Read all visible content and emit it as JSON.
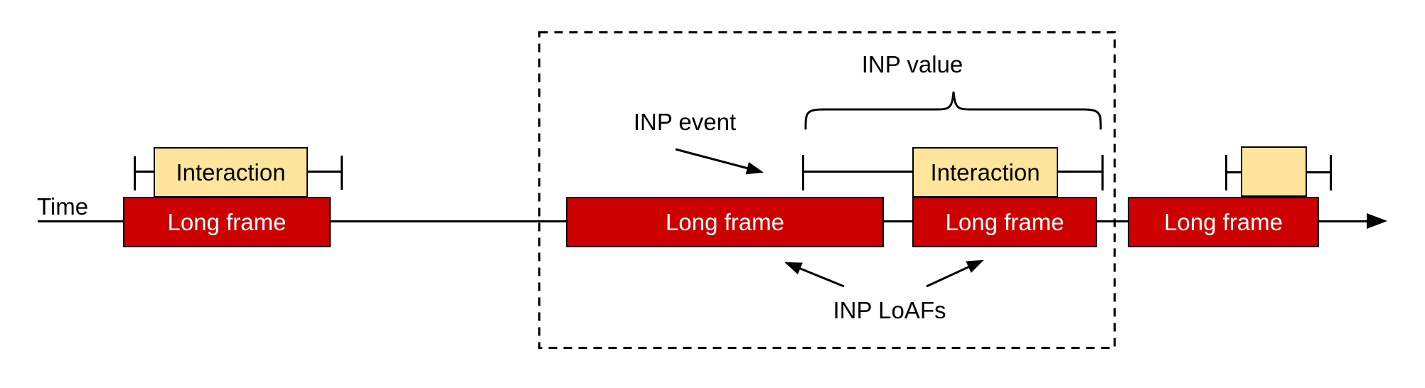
{
  "timeline": {
    "label": "Time"
  },
  "colors": {
    "long_frame_fill": "#cc0000",
    "interaction_fill": "#ffe49c",
    "outline": "#000000",
    "long_frame_text": "#ffffff",
    "interaction_text": "#000000",
    "annotation_text": "#000000"
  },
  "long_frames": [
    {
      "label": "Long frame"
    },
    {
      "label": "Long frame"
    },
    {
      "label": "Long frame"
    },
    {
      "label": "Long frame"
    }
  ],
  "interactions": [
    {
      "label": "Interaction"
    },
    {
      "label": "Interaction"
    },
    {
      "label": ""
    }
  ],
  "annotations": {
    "inp_event": "INP event",
    "inp_value": "INP value",
    "inp_loafs": "INP LoAFs"
  }
}
